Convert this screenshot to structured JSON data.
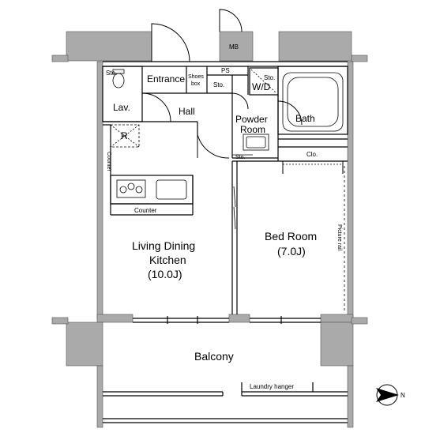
{
  "rooms": {
    "entrance": "Entrance",
    "shoes_box_line1": "Shoes",
    "shoes_box_line2": "box",
    "ps": "PS",
    "mb": "MB",
    "sto_lav": "Sto.",
    "sto_hall": "Sto.",
    "sto_wd": "Sto.",
    "wd": "W/D",
    "lav": "Lav.",
    "hall": "Hall",
    "powder_line1": "Powder",
    "powder_line2": "Room",
    "bath": "Bath",
    "sto_powder": "Sto.",
    "clo": "Clo.",
    "refrigerator": "R",
    "counter_side": "Counter",
    "counter": "Counter",
    "ldk_line1": "Living Dining",
    "ldk_line2": "Kitchen",
    "ldk_line3": "(10.0J)",
    "bed_line1": "Bed Room",
    "bed_line2": "(7.0J)",
    "picture_rail": "Picture rail",
    "balcony": "Balcony",
    "laundry": "Laundry hanger"
  },
  "compass": {
    "label": "N"
  },
  "colors": {
    "wall": "#aaaaaa",
    "line": "#000000",
    "glass": "#ffffff"
  }
}
